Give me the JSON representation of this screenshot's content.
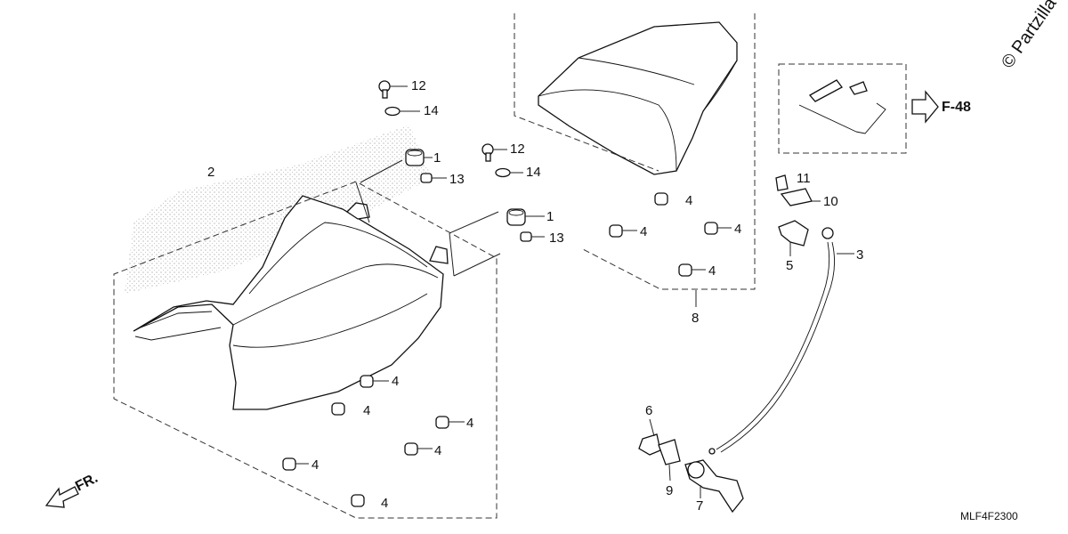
{
  "watermark": "© Partzilla",
  "diagram_code": "MLF4F2300",
  "reference": "F-48",
  "direction": "FR.",
  "callouts": {
    "c1a": "1",
    "c1b": "1",
    "c2": "2",
    "c3": "3",
    "c4a": "4",
    "c4b": "4",
    "c4c": "4",
    "c4d": "4",
    "c4e": "4",
    "c4f": "4",
    "c4g": "4",
    "c4h": "4",
    "c4i": "4",
    "c4j": "4",
    "c5": "5",
    "c6": "6",
    "c7": "7",
    "c8": "8",
    "c9": "9",
    "c10": "10",
    "c11": "11",
    "c12a": "12",
    "c12b": "12",
    "c13a": "13",
    "c13b": "13",
    "c14a": "14",
    "c14b": "14"
  }
}
